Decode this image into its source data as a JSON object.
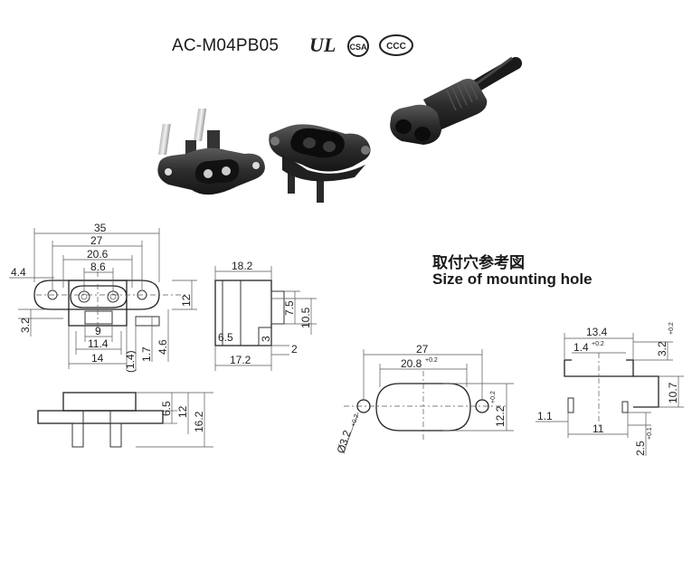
{
  "header": {
    "model": "AC-M04PB05",
    "cert_ul": "UL",
    "cert_csa": "CSA",
    "cert_ccc": "CCC"
  },
  "mounting": {
    "title_cn": "取付穴参考図",
    "title_en": "Size of mounting hole"
  },
  "front_view": {
    "d35": "35",
    "d27": "27",
    "d20_6": "20.6",
    "d8_6": "8.6",
    "d4_4": "4.4",
    "d12": "12",
    "d3_2": "3.2",
    "d9": "9",
    "d11_4": "11.4",
    "d14": "14",
    "d1_4": "(1.4)",
    "d1_7": "1.7",
    "d4_6": "4.6"
  },
  "side_view": {
    "d18_2": "18.2",
    "d7_5": "7.5",
    "d10_5": "10.5",
    "d6_5": "6.5",
    "d3": "3",
    "d2": "2",
    "d17_2": "17.2"
  },
  "bottom_view": {
    "d6_5": "6.5",
    "d12": "12",
    "d16_2": "16.2"
  },
  "hole_plan": {
    "d27": "27",
    "d20_8": "20.8",
    "d20_8_tol": "+0.2",
    "d12_2": "12.2",
    "d12_2_tol": "+0.2",
    "d3_2": "Ø3.2",
    "d3_2_tol": "+0.2"
  },
  "hole_section": {
    "d13_4": "13.4",
    "d1_4": "1.4",
    "d1_4_tol": "+0.2",
    "d3_2": "3.2",
    "d3_2_tol": "+0.2",
    "d10_7": "10.7",
    "d1_1": "1.1",
    "d11": "11",
    "d2_5": "2.5",
    "d2_5_tol": "+0.1"
  }
}
